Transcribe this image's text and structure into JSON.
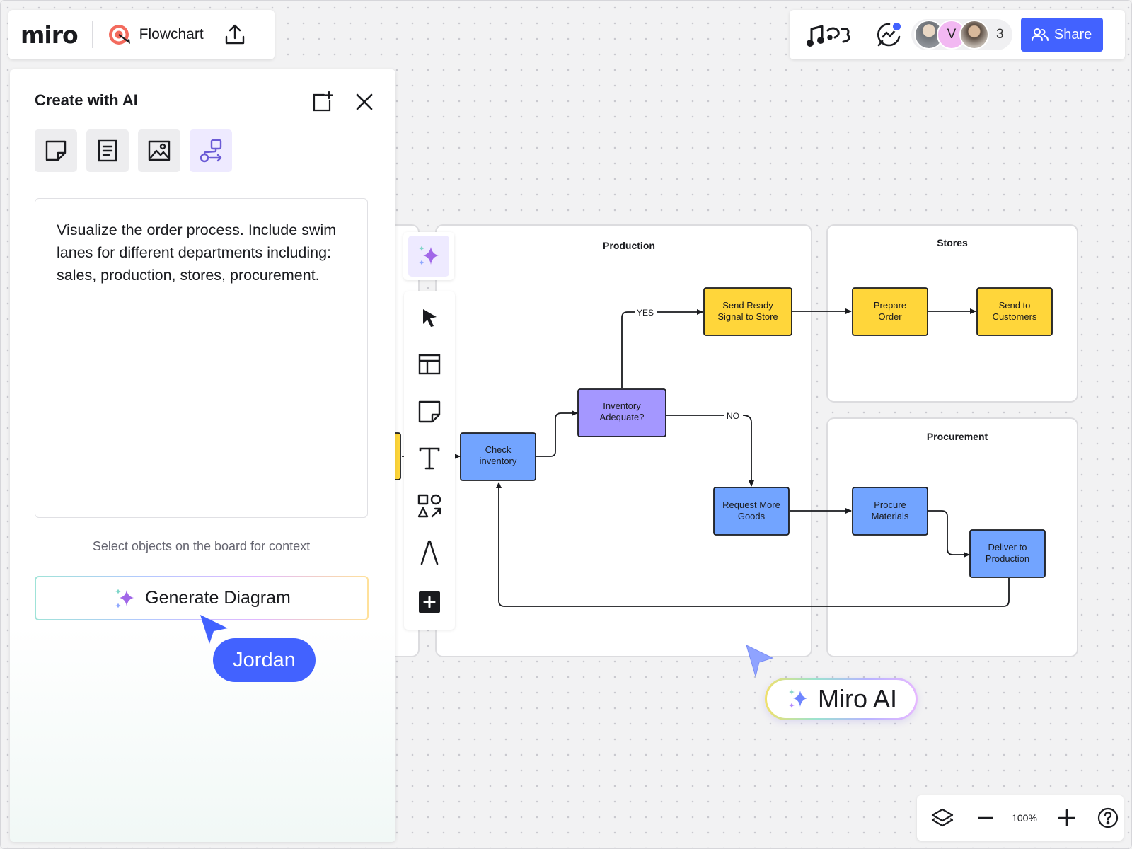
{
  "app": {
    "logo_text": "miro",
    "board_title": "Flowchart"
  },
  "header_right": {
    "avatars": [
      {
        "initial": "",
        "color": "#9aa0a6"
      },
      {
        "initial": "V",
        "color": "#f0b8f0"
      },
      {
        "initial": "",
        "color": "#c9b59a"
      }
    ],
    "collaborator_count": "3",
    "share_label": "Share",
    "accent_color": "#4262ff"
  },
  "ai_panel": {
    "title": "Create with AI",
    "mode_tabs": [
      {
        "icon": "sticky-note-icon",
        "active": false
      },
      {
        "icon": "document-icon",
        "active": false
      },
      {
        "icon": "image-icon",
        "active": false
      },
      {
        "icon": "diagram-icon",
        "active": true
      }
    ],
    "prompt_text": "Visualize the order process. Include swim lanes for different departments including: sales, production, stores, procurement.",
    "context_hint": "Select objects on the board for context",
    "generate_label": "Generate Diagram"
  },
  "cursors": {
    "jordan": {
      "name": "Jordan",
      "color": "#4262ff"
    }
  },
  "toolbar": {
    "tools": [
      "select-icon",
      "templates-icon",
      "sticky-note-icon",
      "text-icon",
      "shapes-icon",
      "pen-icon",
      "more-tools-icon"
    ]
  },
  "diagram": {
    "lanes": [
      {
        "id": "production",
        "title": "Production"
      },
      {
        "id": "stores",
        "title": "Stores"
      },
      {
        "id": "procurement",
        "title": "Procurement"
      }
    ],
    "nodes": [
      {
        "id": "check",
        "lines": [
          "Check",
          "inventory"
        ],
        "fill": "#72a4ff"
      },
      {
        "id": "adequate",
        "lines": [
          "Inventory",
          "Adequate?"
        ],
        "fill": "#a497ff"
      },
      {
        "id": "ready",
        "lines": [
          "Send Ready",
          "Signal to Store"
        ],
        "fill": "#ffd63a"
      },
      {
        "id": "prepare",
        "lines": [
          "Prepare",
          "Order"
        ],
        "fill": "#ffd63a"
      },
      {
        "id": "send",
        "lines": [
          "Send to",
          "Customers"
        ],
        "fill": "#ffd63a"
      },
      {
        "id": "request",
        "lines": [
          "Request More",
          "Goods"
        ],
        "fill": "#72a4ff"
      },
      {
        "id": "procure",
        "lines": [
          "Procure",
          "Materials"
        ],
        "fill": "#72a4ff"
      },
      {
        "id": "deliver",
        "lines": [
          "Deliver to",
          "Production"
        ],
        "fill": "#72a4ff"
      }
    ],
    "edge_labels": {
      "yes": "YES",
      "no": "NO"
    }
  },
  "miro_ai_badge": "Miro AI",
  "zoom": {
    "level": "100%"
  }
}
